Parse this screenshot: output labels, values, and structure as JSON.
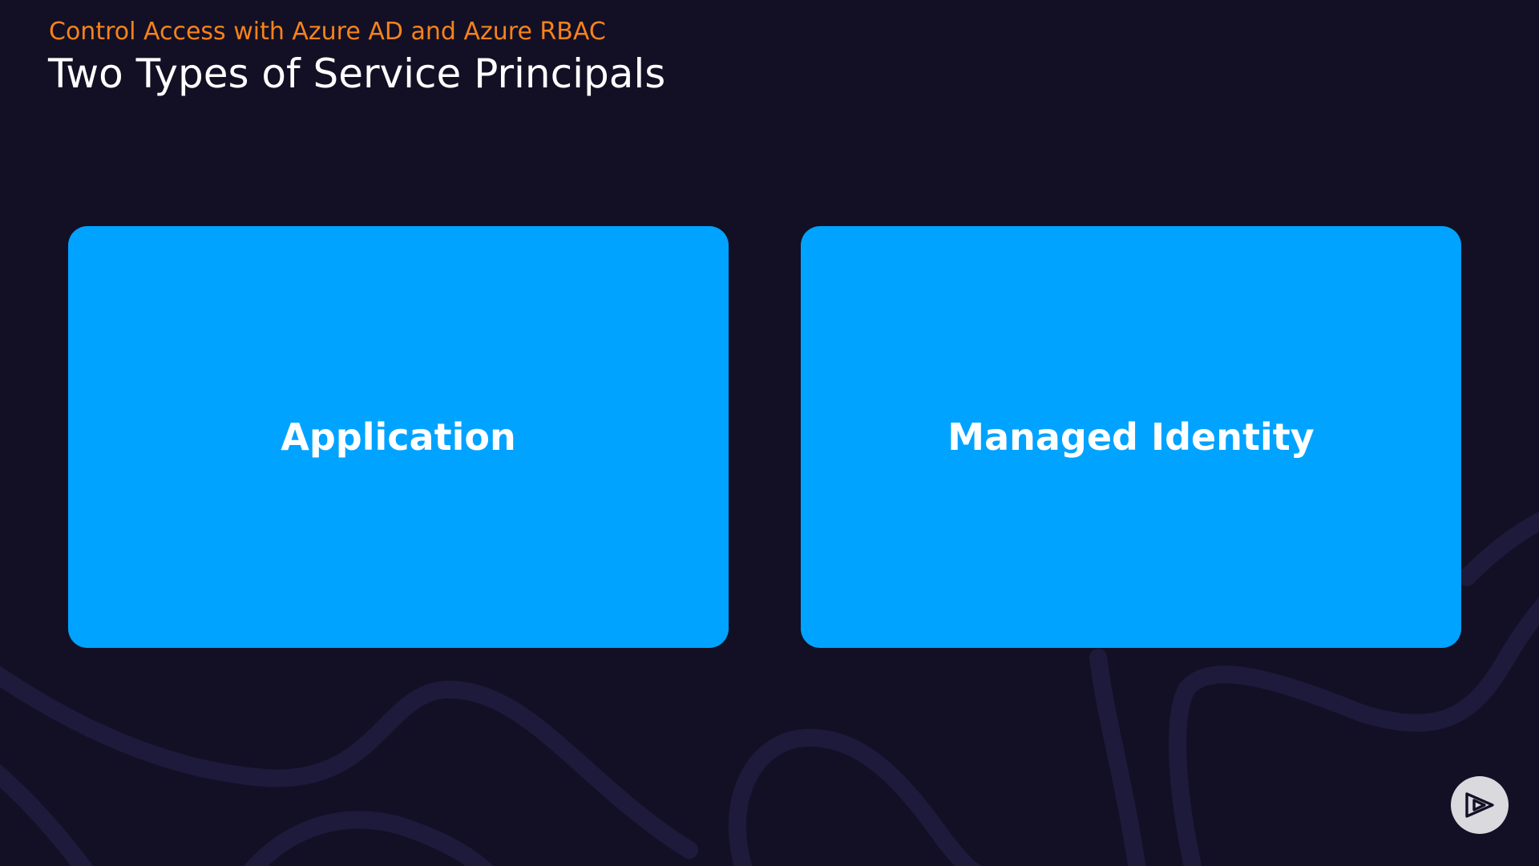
{
  "header": {
    "subtitle": "Control Access with Azure AD and Azure RBAC",
    "title": "Two Types of Service Principals"
  },
  "cards": [
    {
      "label": "Application"
    },
    {
      "label": "Managed Identity"
    }
  ],
  "colors": {
    "background": "#131025",
    "subtitle": "#f7821b",
    "title": "#ffffff",
    "card": "#00a3ff",
    "card_text": "#ffffff",
    "wave": "#1e1a3c",
    "play_button_bg": "#d9d9de",
    "play_icon": "#131025"
  },
  "icons": {
    "play_button": "play-icon"
  }
}
